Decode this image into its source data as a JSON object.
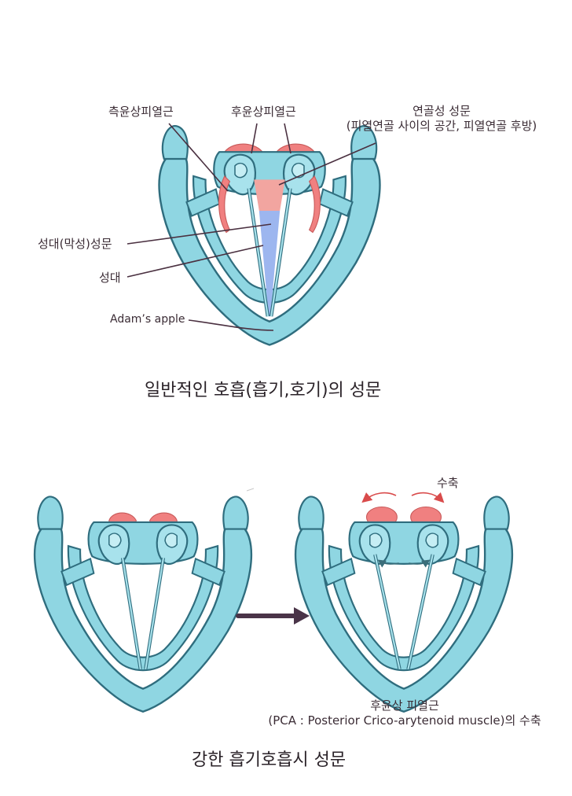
{
  "top": {
    "labels": {
      "lateral_cricoarytenoid": "측윤상피열근",
      "posterior_cricoarytenoid": "후윤상피열근",
      "cartilaginous_glottis": "연골성 성문",
      "cartilaginous_glottis_desc": "(피열연골 사이의 공간, 피열연골 후방)",
      "membranous_glottis": "성대(막성)성문",
      "vocal_fold": "성대",
      "adams_apple": "Adam’s apple"
    },
    "caption": "일반적인  호흡(흡기,호기)의 성문"
  },
  "bottom": {
    "contraction_label": "수축",
    "pca_label": "후윤상 피열근",
    "pca_desc": "(PCA : Posterior Crico-arytenoid muscle)의 수축",
    "caption": "강한 흡기호흡시 성문"
  },
  "colors": {
    "cartilage": "#8fd6e2",
    "cartilage_outline": "#2f6d7e",
    "muscle": "#f08080",
    "membranous_glottis": "#9db6ef",
    "cartilaginous_glottis": "#f2a5a0",
    "leader_line": "#4a3040",
    "arrow": "#4a3448",
    "contraction_arrow": "#d94b4b"
  }
}
